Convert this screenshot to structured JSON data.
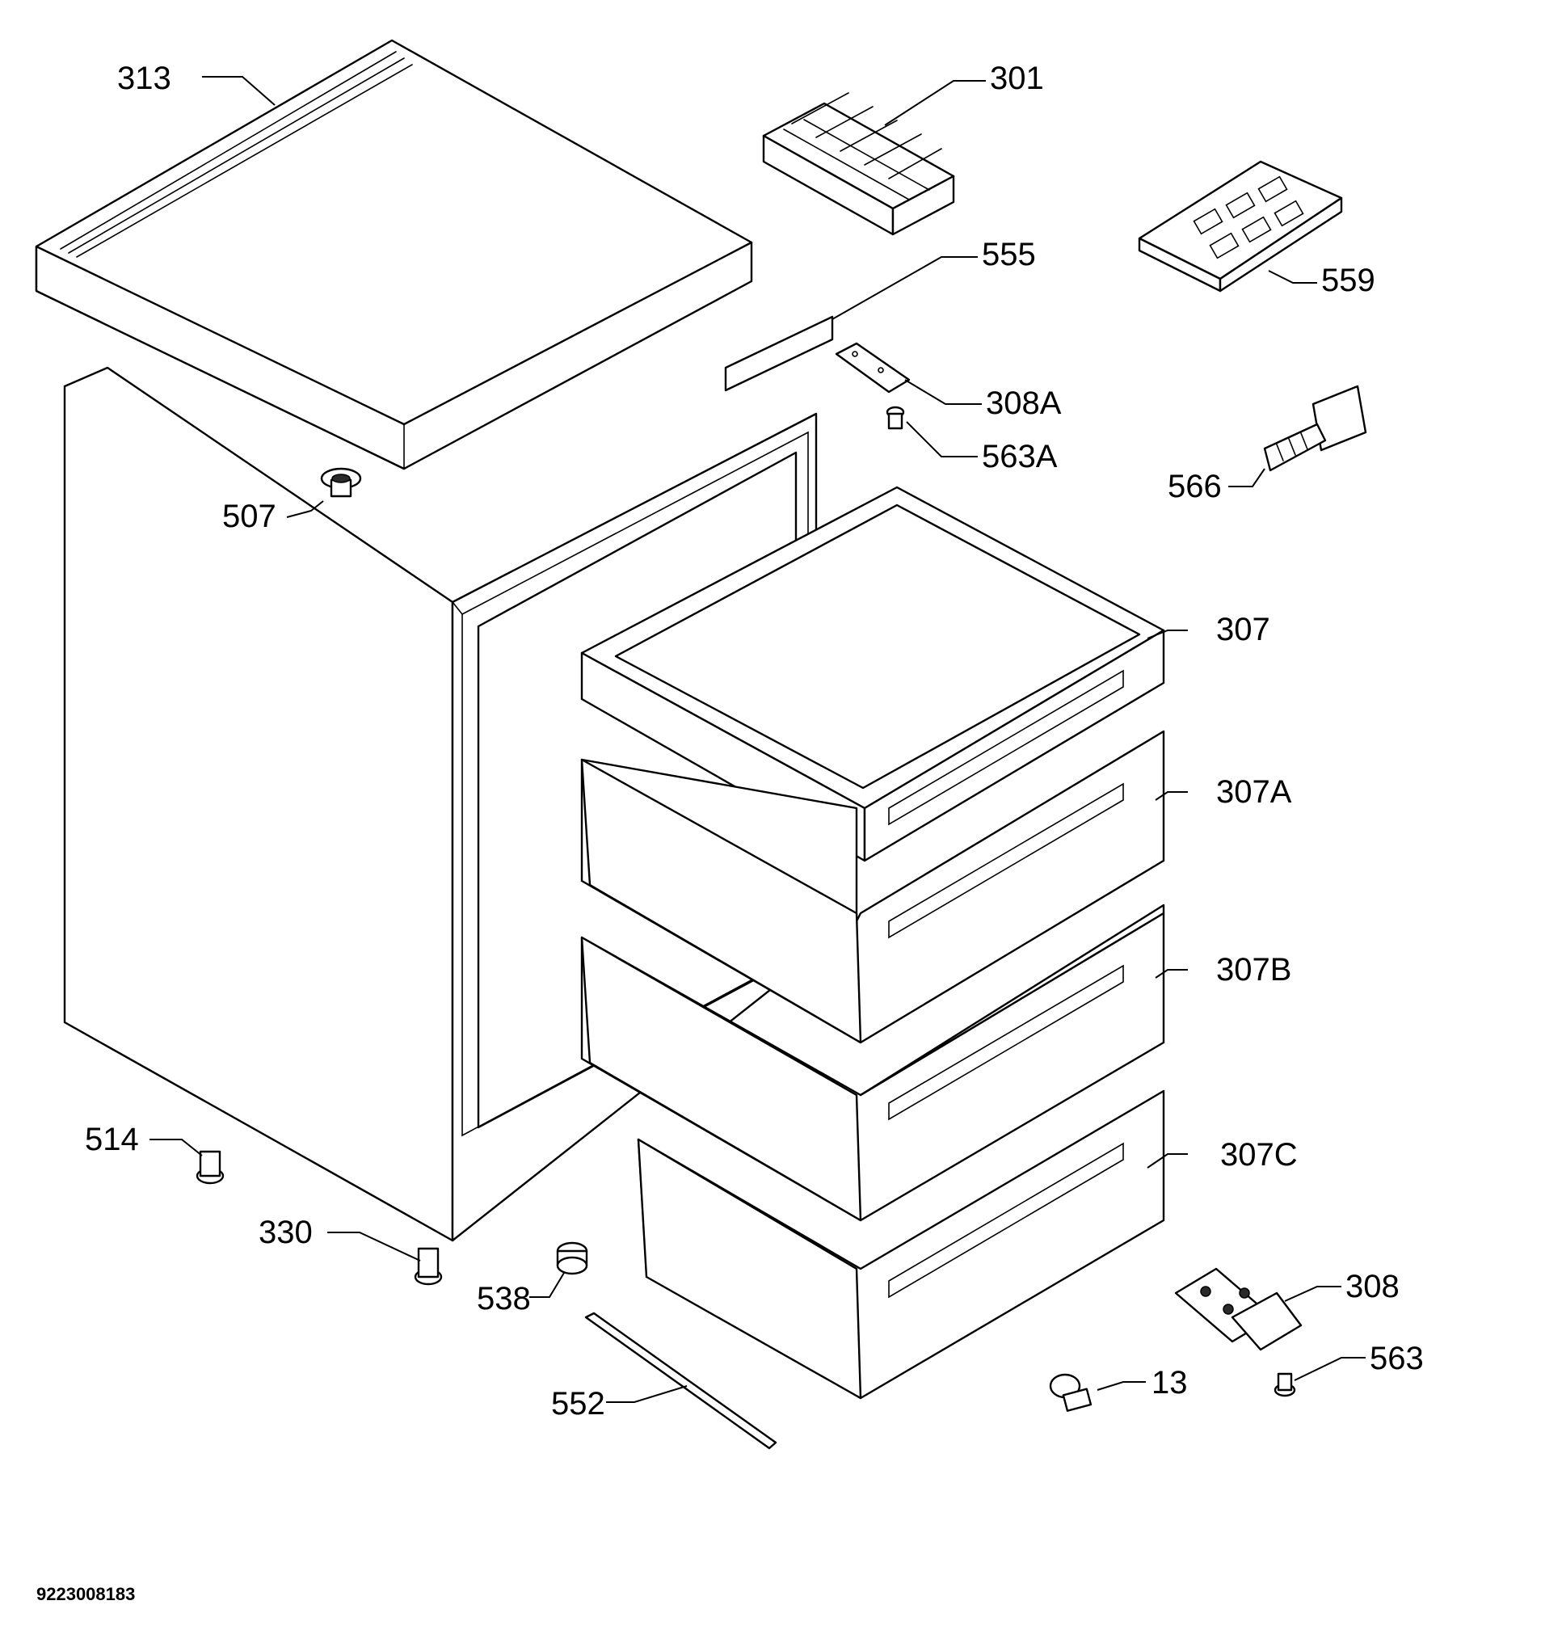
{
  "diagram": {
    "document_number": "9223008183",
    "callouts": [
      {
        "id": "313",
        "text": "313"
      },
      {
        "id": "301",
        "text": "301"
      },
      {
        "id": "555",
        "text": "555"
      },
      {
        "id": "559",
        "text": "559"
      },
      {
        "id": "308A",
        "text": "308A"
      },
      {
        "id": "563A",
        "text": "563A"
      },
      {
        "id": "566",
        "text": "566"
      },
      {
        "id": "507",
        "text": "507"
      },
      {
        "id": "307",
        "text": "307"
      },
      {
        "id": "307A",
        "text": "307A"
      },
      {
        "id": "307B",
        "text": "307B"
      },
      {
        "id": "307C",
        "text": "307C"
      },
      {
        "id": "514",
        "text": "514"
      },
      {
        "id": "330",
        "text": "330"
      },
      {
        "id": "538",
        "text": "538"
      },
      {
        "id": "552",
        "text": "552"
      },
      {
        "id": "308",
        "text": "308"
      },
      {
        "id": "563",
        "text": "563"
      },
      {
        "id": "13",
        "text": "13"
      }
    ]
  }
}
